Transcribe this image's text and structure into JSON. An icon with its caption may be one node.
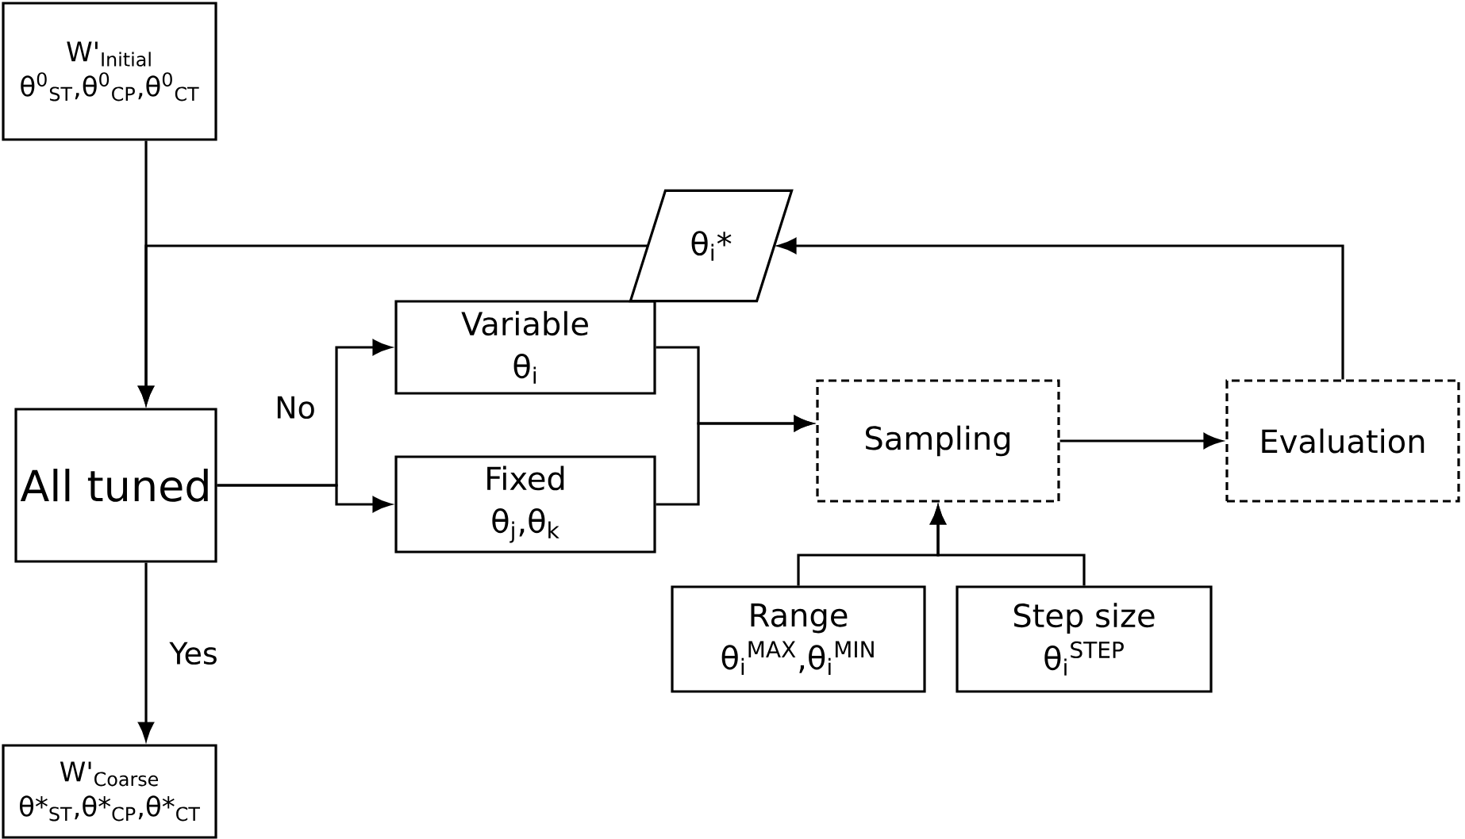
{
  "diagram": {
    "nodes": [
      {
        "text": [
          "W'$_{Initial}$",
          "θ$^{0}$$_{ST}$,θ$^{0}$$_{CP}$,θ$^{0}$$_{CT}$"
        ]
      },
      {
        "text": [
          "All tuned"
        ]
      },
      {
        "text": [
          "Variable",
          "θ$_{i}$"
        ]
      },
      {
        "text": [
          "Fixed",
          "θ$_{j}$,θ$_{k}$"
        ]
      },
      {
        "text": [
          "Sampling"
        ]
      },
      {
        "text": [
          "Evaluation"
        ]
      },
      {
        "text": [
          "θ$_{i}$*"
        ]
      },
      {
        "text": [
          "Range",
          "θ$_{i}$$^{MAX}$,θ$_{i}$$^{MIN}$"
        ]
      },
      {
        "text": [
          "Step size",
          "θ$_{i}$$^{STEP}$"
        ]
      },
      {
        "text": [
          "W'$_{Coarse}$",
          "θ*$_{ST}$,θ*$_{CP}$,θ*$_{CT}$"
        ]
      }
    ],
    "edges": [
      {
        "from": 0,
        "to": 1,
        "arrow": "to"
      },
      {
        "from": 6,
        "to": 1,
        "arrow": "to"
      },
      {
        "from": 5,
        "to": 6,
        "arrow": "to"
      },
      {
        "from": 1,
        "to": 2,
        "arrow": "to",
        "label": "No"
      },
      {
        "from": 1,
        "to": 3,
        "arrow": "to"
      },
      {
        "from": 2,
        "to": 4,
        "arrow": "to"
      },
      {
        "from": 3,
        "to": 4,
        "arrow": "to"
      },
      {
        "from": 4,
        "to": 5,
        "arrow": "to"
      },
      {
        "from": 7,
        "to": 4,
        "arrow": "to"
      },
      {
        "from": 8,
        "to": 4,
        "arrow": "to"
      },
      {
        "from": 1,
        "to": 9,
        "arrow": "to",
        "label": "Yes"
      }
    ]
  }
}
